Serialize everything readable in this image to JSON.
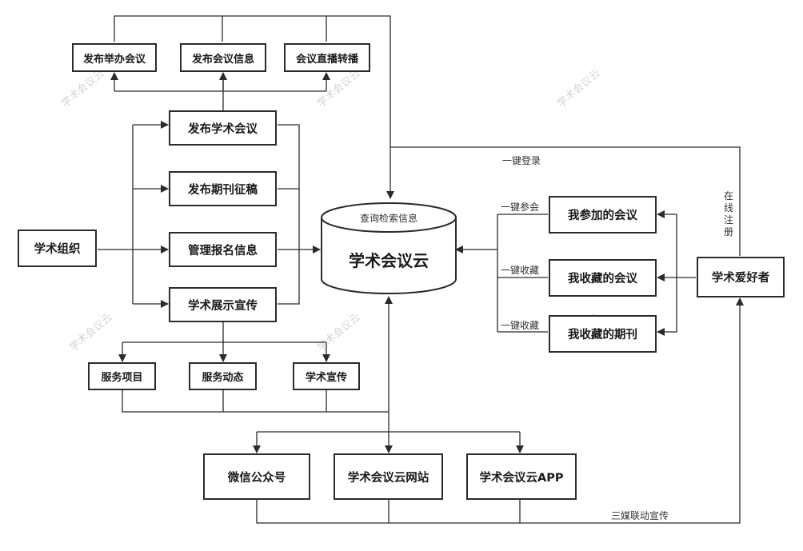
{
  "db": {
    "title": "查询检索信息",
    "name": "学术会议云"
  },
  "nodes": {
    "org": "学术组织",
    "enthusiast": "学术爱好者",
    "pub_conf": "发布学术会议",
    "pub_journal": "发布期刊征稿",
    "manage_reg": "管理报名信息",
    "showcase": "学术展示宣传",
    "host_conf": "发布举办会议",
    "conf_info": "发布会议信息",
    "live": "会议直播转播",
    "service_items": "服务项目",
    "service_news": "服务动态",
    "promo": "学术宣传",
    "my_conf": "我参加的会议",
    "fav_conf": "我收藏的会议",
    "fav_journal": "我收藏的期刊",
    "wechat": "微信公众号",
    "website": "学术会议云网站",
    "app": "学术会议云APP"
  },
  "edge_labels": {
    "login": "一键登录",
    "join": "一键参会",
    "fav1": "一键收藏",
    "fav2": "一键收藏",
    "register": "在线注册",
    "linkage": "三媒联动宣传"
  },
  "watermark": "学术会议云"
}
